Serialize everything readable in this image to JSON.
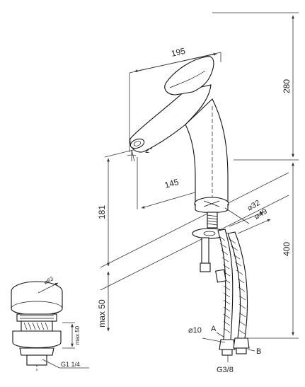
{
  "dimensions": {
    "spout_reach": "195",
    "body_height": "280",
    "angle": "2°",
    "outlet_offset": "145",
    "base_diameter": "⌀32",
    "flange_diameter": "⌀49",
    "outlet_height": "181",
    "hose_length": "400",
    "deck_thickness": "max 50",
    "hose_bore": "⌀10"
  },
  "labels": {
    "point_a": "A",
    "point_b": "B",
    "connector_thread": "G3/8"
  },
  "waste": {
    "cap_diameter": "⌀63",
    "max_thickness": "max.50",
    "thread": "G1 1/4"
  }
}
